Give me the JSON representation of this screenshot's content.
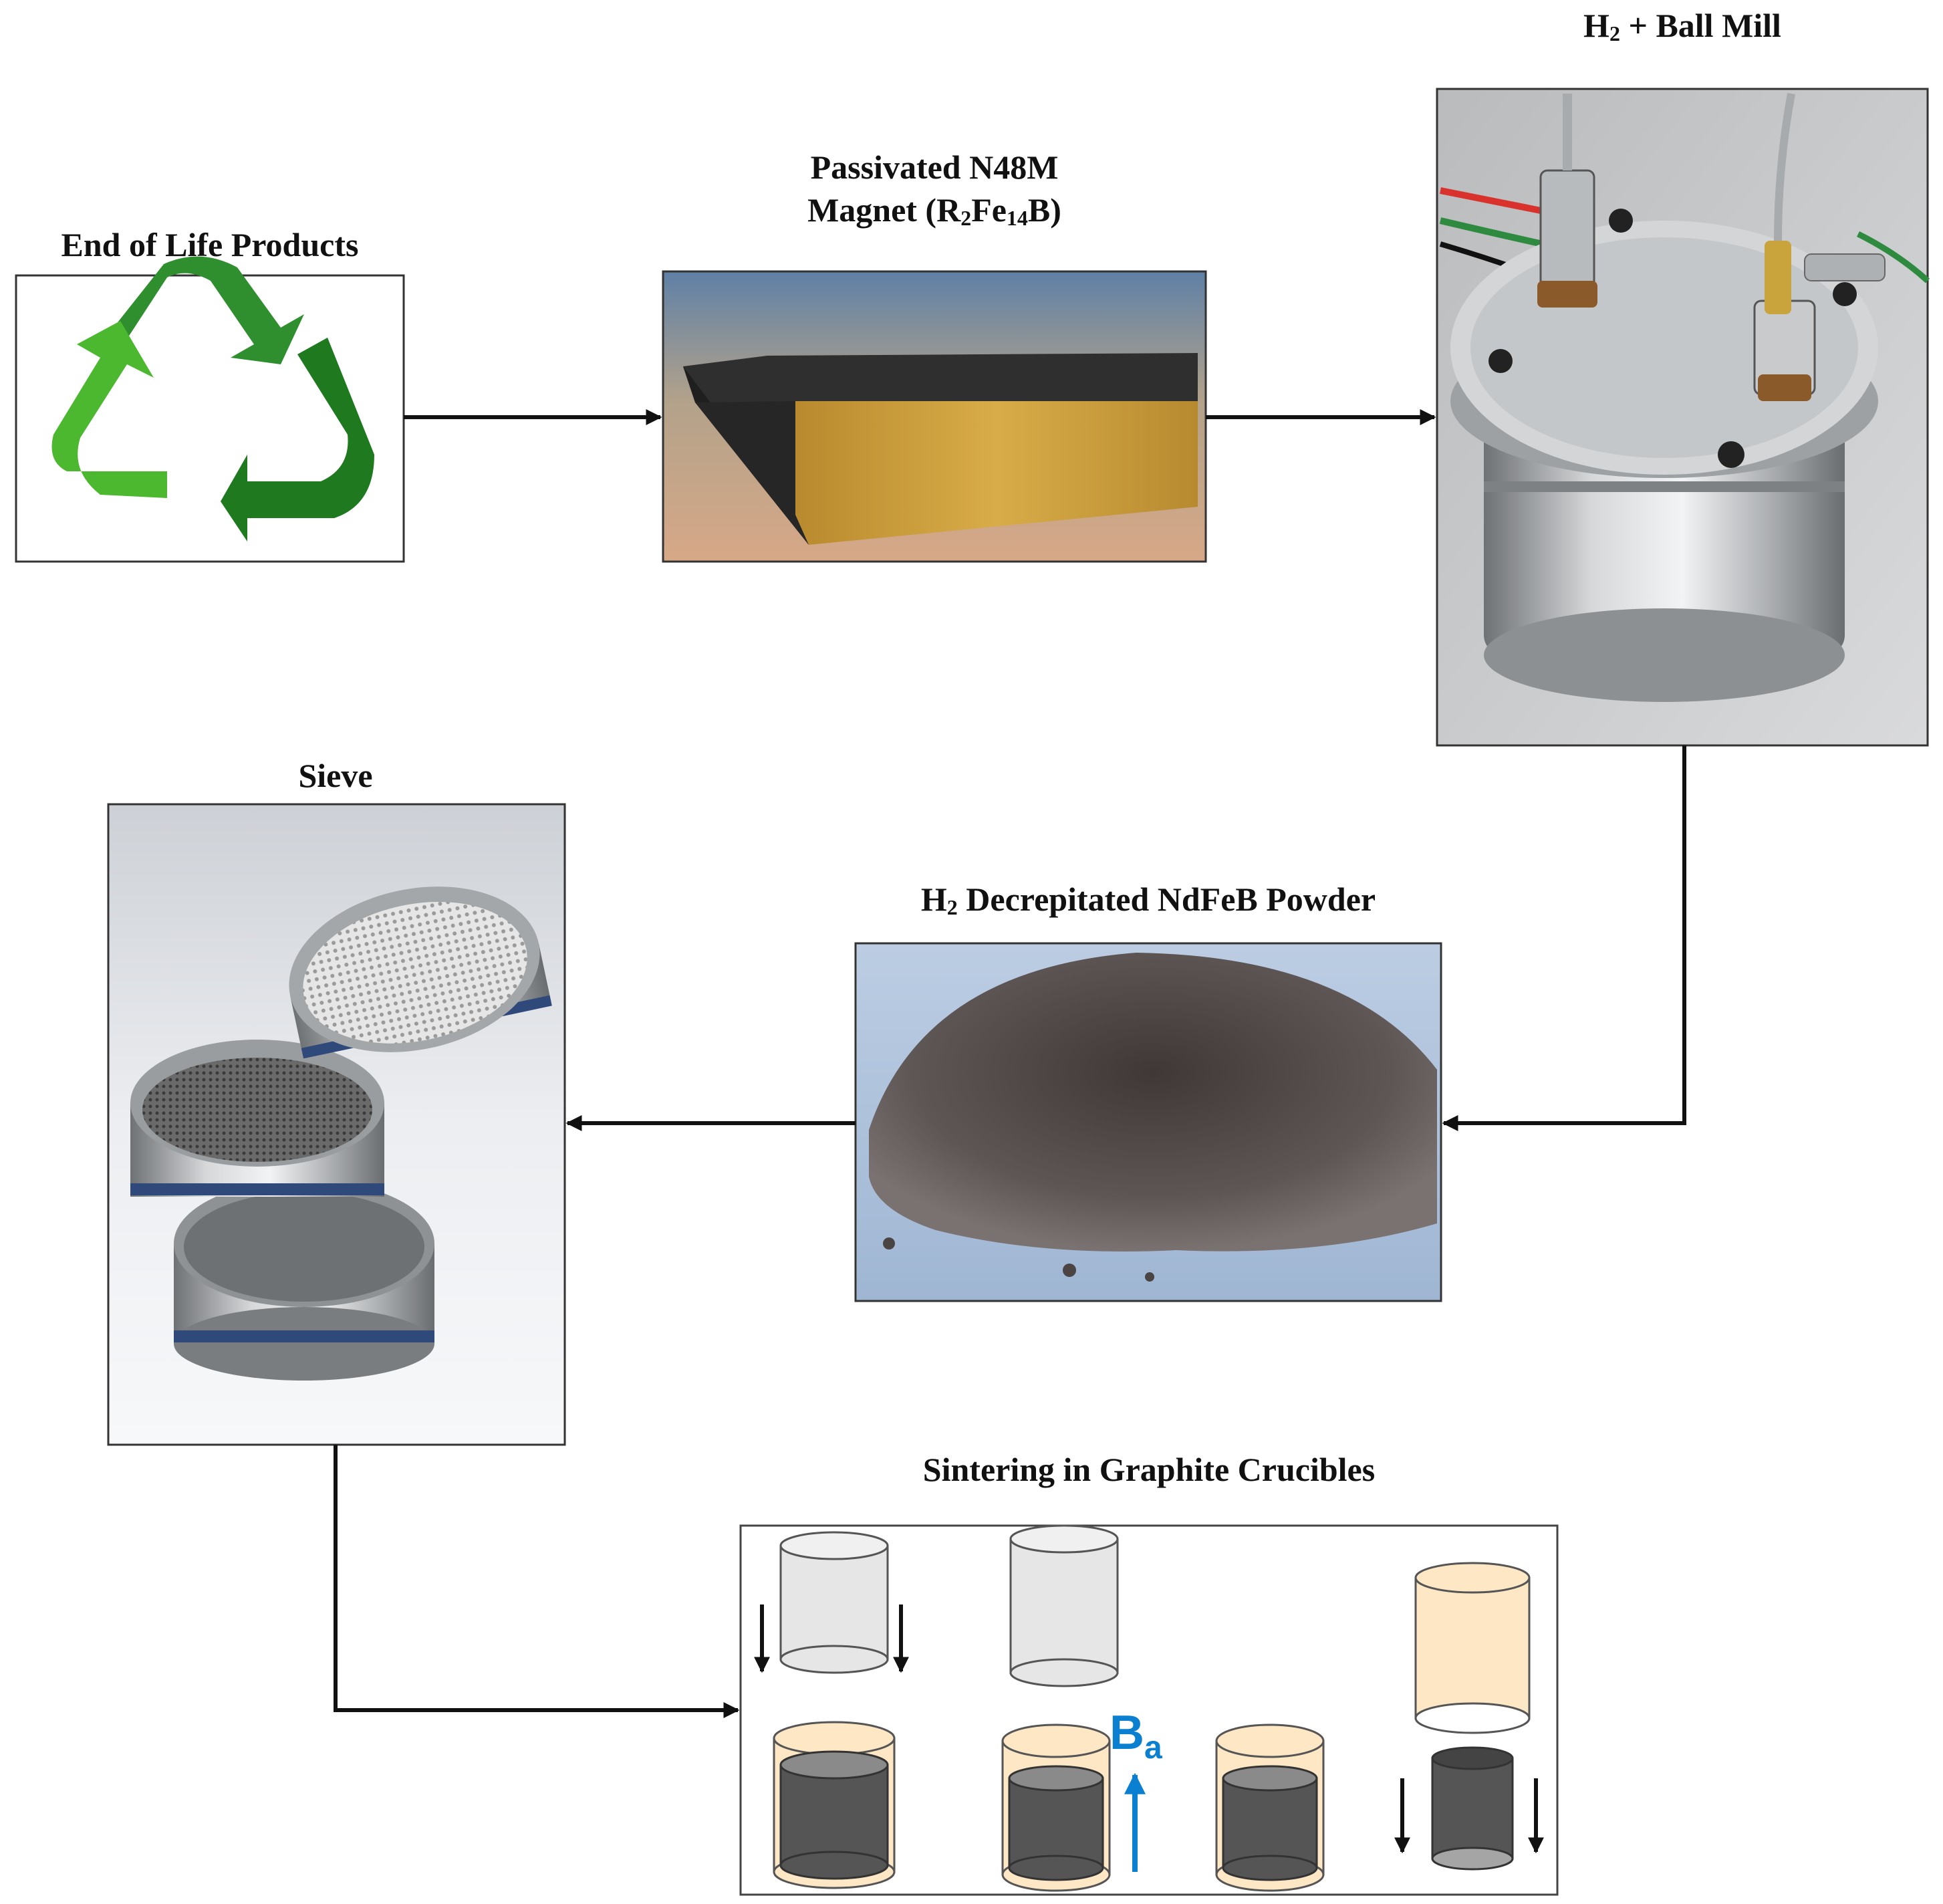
{
  "steps": {
    "eol": {
      "title": "End of Life Products"
    },
    "magnet": {
      "title_line1": "Passivated N48M",
      "title_line2_pre": "Magnet (R",
      "sub1": "2",
      "mid": "Fe",
      "sub2": "14",
      "post": "B)"
    },
    "mill": {
      "pre": "H",
      "sub": "2",
      "post": " + Ball Mill"
    },
    "powder": {
      "pre": "H",
      "sub": "2",
      "post": " Decrepitated NdFeB Powder"
    },
    "sieve": {
      "title": "Sieve"
    },
    "sinter": {
      "title": "Sintering in Graphite Crucibles",
      "field_main": "B",
      "field_sub": "a"
    }
  },
  "colors": {
    "recycle_dark": "#1b6b1b",
    "recycle_light": "#5cc23a",
    "crucible_fill": "#fde7c5",
    "crucible_edge": "#555555",
    "lid_fill": "#e6e6e6",
    "powder_fill": "#555555",
    "field_arrow": "#0b7fd0",
    "flow_arrow": "#111111"
  }
}
